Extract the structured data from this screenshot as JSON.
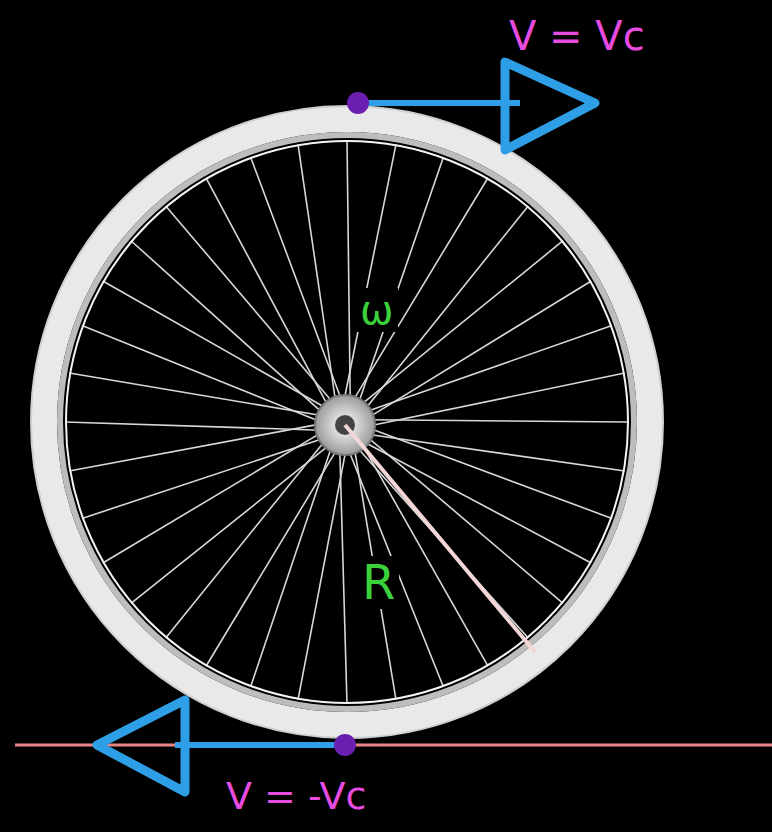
{
  "diagram": {
    "labels": [
      "V = Vc",
      "ω",
      "R",
      "V = -Vc"
    ]
  }
}
